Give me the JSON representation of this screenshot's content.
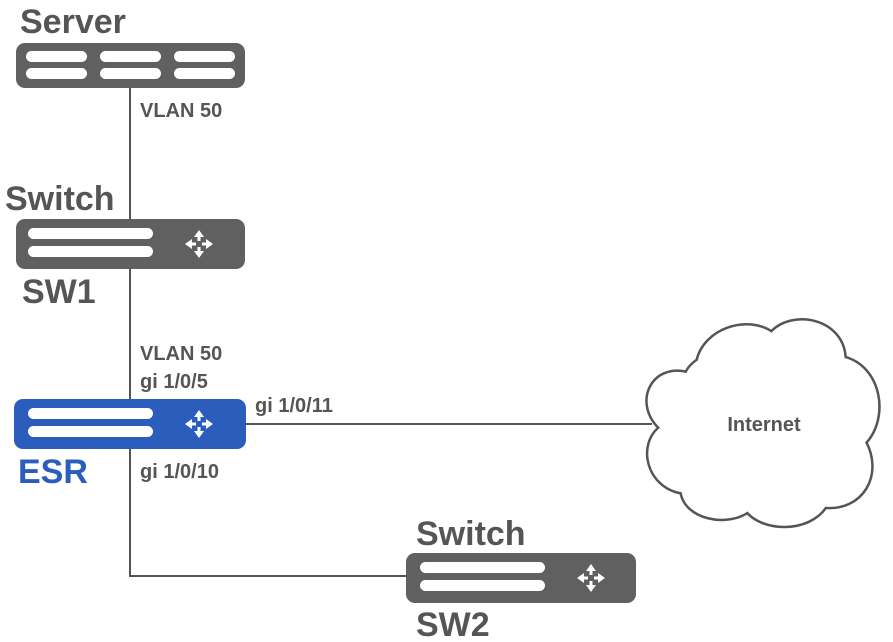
{
  "colors": {
    "device": "#606060",
    "esr": "#2a5dbc",
    "text": "#555555",
    "line": "#555555",
    "esr_label": "#2a5dbc"
  },
  "server": {
    "type_label": "Server",
    "vlan": "VLAN 50"
  },
  "sw1": {
    "type_label": "Switch",
    "name": "SW1"
  },
  "esr": {
    "name": "ESR",
    "port_up_vlan": "VLAN 50",
    "port_up": "gi 1/0/5",
    "port_down": "gi 1/0/10",
    "port_wan": "gi 1/0/11"
  },
  "sw2": {
    "type_label": "Switch",
    "name": "SW2"
  },
  "cloud": {
    "label": "Internet"
  }
}
